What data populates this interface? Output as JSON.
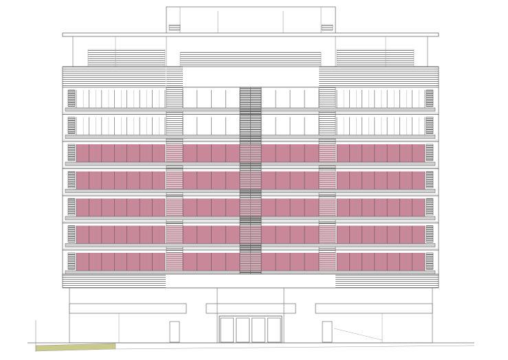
{
  "drawing": {
    "type": "building-facade-elevation",
    "storeys": {
      "highlighted_residential": 5,
      "upper_residential": 2,
      "roof_level": 1,
      "ground_level": 1
    },
    "window_bays_per_wing": 7,
    "central_stair_tower": true,
    "entrance_doors": 4,
    "colors": {
      "line": "#555555",
      "fine_line": "#9a9a9a",
      "highlight_fill": "#c9879a",
      "highlight_alpha": 0.8,
      "hatch": "#444444",
      "slab": "#cfcfcf",
      "ground_strip": "#c9c98a"
    }
  }
}
